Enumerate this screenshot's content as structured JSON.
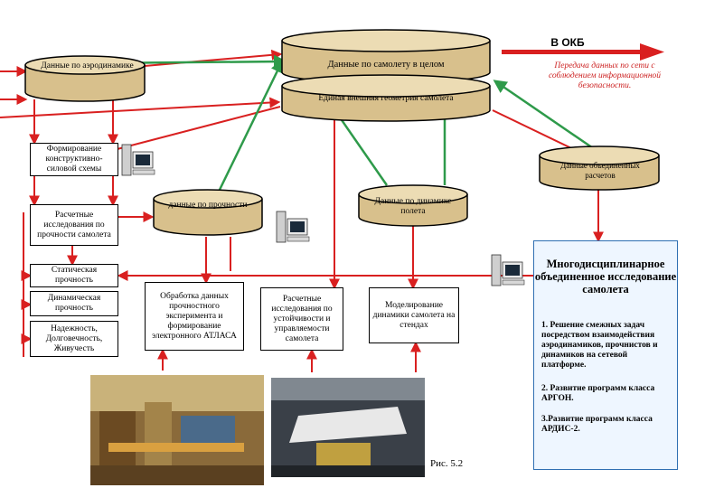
{
  "diagram": {
    "top_arrow_label": "В ОКБ",
    "transfer_note": "Передача данных по сети с соблюдением информационной безопасности.",
    "aero_data": "Данные по аэродинамике",
    "aircraft_data": "Данные по самолету в целом",
    "geometry": "Единая внешняя геометрия самолета",
    "structural_scheme": "Формирование конструктивно-силовой схемы",
    "combined_data": "Данные объединенных расчетов",
    "strength_research": "Расчетные исследования по прочности самолета",
    "strength_data": "данные по прочности",
    "flight_dynamics_data": "Данные по динамике полета",
    "static_strength": "Статическая прочность",
    "dynamic_strength": "Динамическая прочность",
    "reliability": "Надежность, Долговечность, Живучесть",
    "experiment_processing": "Обработка данных прочностного эксперимента и формирование электронного АТЛАСА",
    "stability_research": "Расчетные исследования по устойчивости и управляемости самолета",
    "stand_modeling": "Моделирование динамики самолета на стендах",
    "mdo": {
      "title": "Многодисциплинарное объединенное исследование самолета",
      "item1": "1. Решение смежных задач посредством взаимодействия аэродинамиков, прочнистов и динамиков на сетевой платформе.",
      "item2": "2. Развитие программ класса АРГОН.",
      "item3": "3.Развитие программ класса АРДИС-2."
    },
    "figure_label": "Рис. 5.2"
  },
  "colors": {
    "red": "#d92020",
    "green": "#2e9a4a",
    "db_tan": "#d8c08c",
    "db_tan_top": "#ecdcb4",
    "mdo_border": "#2f6fb2"
  }
}
